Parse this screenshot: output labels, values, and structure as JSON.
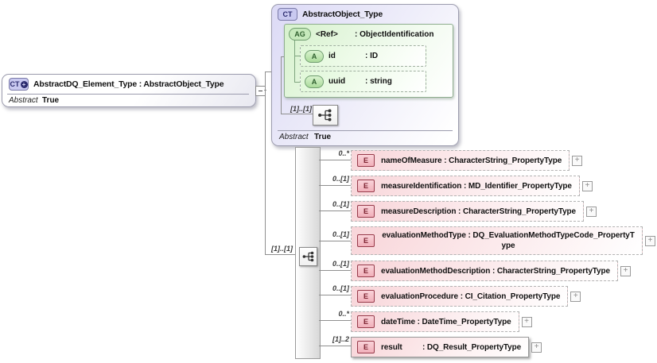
{
  "diagram": {
    "expand_symbol": "+",
    "element_box": {
      "badge": "CT",
      "badge_plus": "+",
      "title": "AbstractDQ_Element_Type : AbstractObject_Type",
      "abstract_label": "Abstract",
      "abstract_value": "True"
    },
    "base_type_box": {
      "badge": "CT",
      "title": "AbstractObject_Type",
      "attribute_group": {
        "badge": "AG",
        "name": "<Ref>",
        "type": ": ObjectIdentification",
        "attributes": [
          {
            "badge": "A",
            "name": "id",
            "type": ": ID"
          },
          {
            "badge": "A",
            "name": "uuid",
            "type": ": string"
          }
        ]
      },
      "sequence_cardinality": "[1]..[1]",
      "abstract_label": "Abstract",
      "abstract_value": "True"
    },
    "connector_cardinality": "[1]..[1]",
    "elements": [
      {
        "cardinality": "0..*",
        "badge": "E",
        "name": "nameOfMeasure",
        "type": ": CharacterString_PropertyType"
      },
      {
        "cardinality": "0..[1]",
        "badge": "E",
        "name": "measureIdentification",
        "type": ": MD_Identifier_PropertyType"
      },
      {
        "cardinality": "0..[1]",
        "badge": "E",
        "name": "measureDescription",
        "type": ": CharacterString_PropertyType"
      },
      {
        "cardinality": "0..[1]",
        "badge": "E",
        "name": "evaluationMethodType",
        "type": ": DQ_EvaluationMethodTypeCode_PropertyType"
      },
      {
        "cardinality": "0..[1]",
        "badge": "E",
        "name": "evaluationMethodDescription",
        "type": ": CharacterString_PropertyType"
      },
      {
        "cardinality": "0..[1]",
        "badge": "E",
        "name": "evaluationProcedure",
        "type": ": CI_Citation_PropertyType"
      },
      {
        "cardinality": "0..*",
        "badge": "E",
        "name": "dateTime",
        "type": ": DateTime_PropertyType"
      },
      {
        "cardinality": "[1]..2",
        "badge": "E",
        "name": "result",
        "type": ": DQ_Result_PropertyType"
      }
    ]
  }
}
